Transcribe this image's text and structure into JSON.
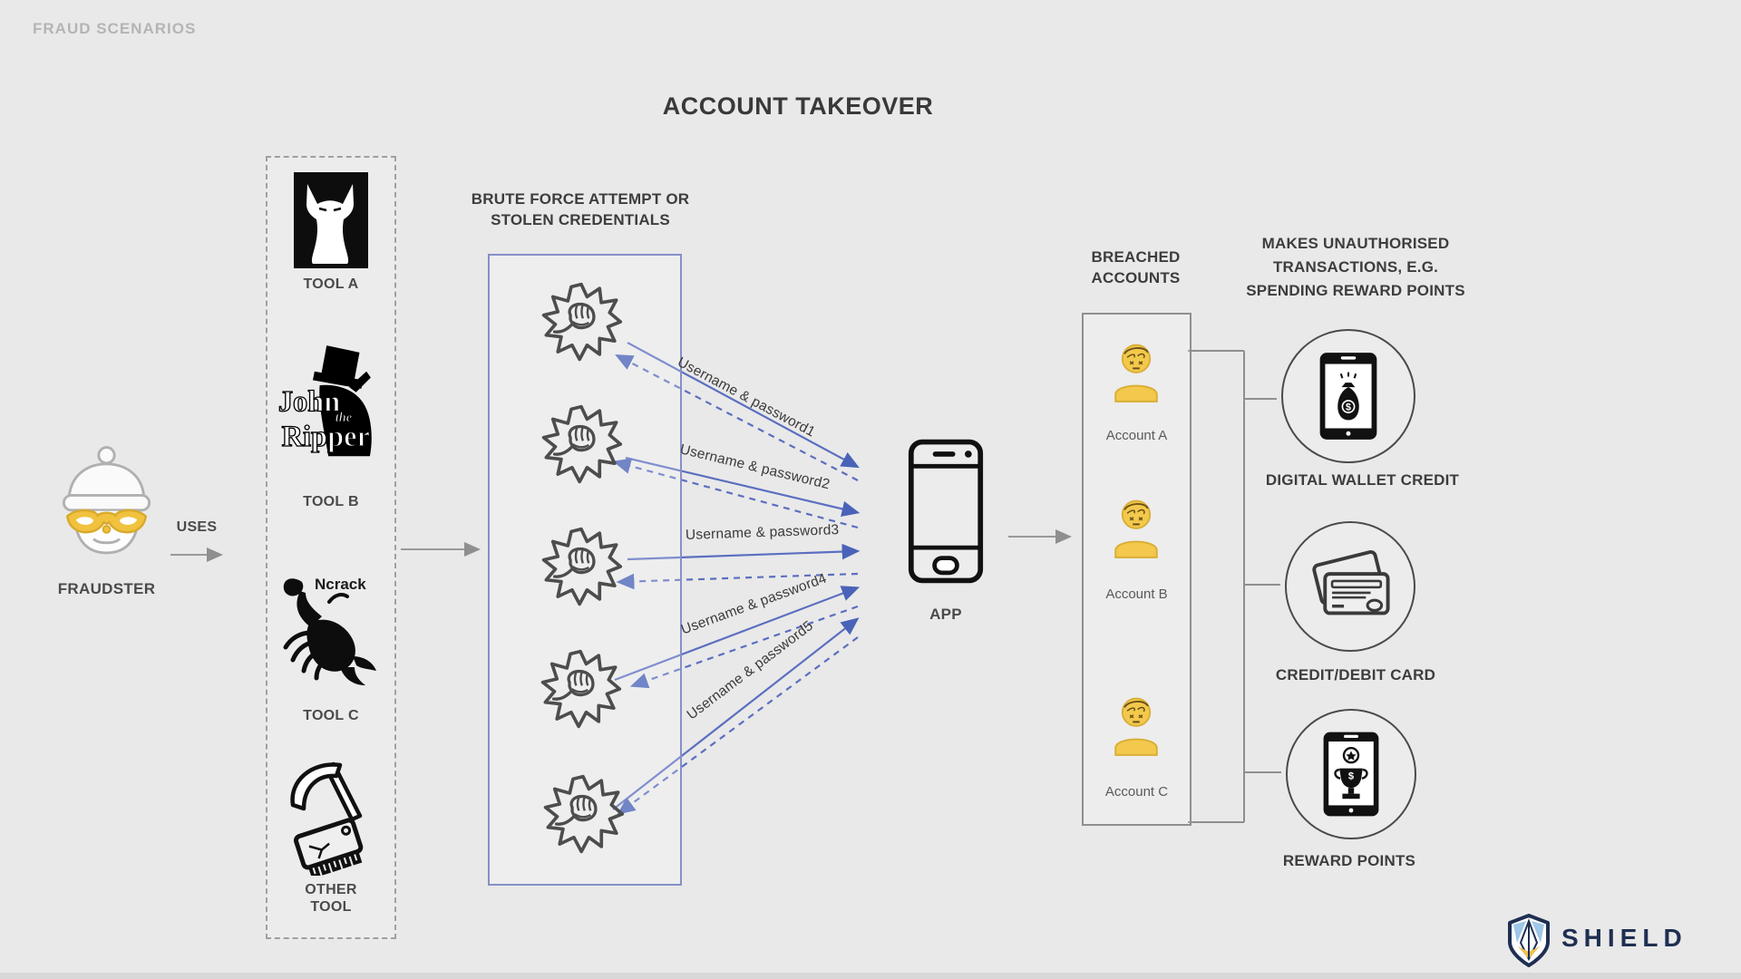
{
  "page": {
    "eyebrow": "FRAUD SCENARIOS",
    "title": "ACCOUNT TAKEOVER"
  },
  "fraudster": {
    "label": "FRAUDSTER",
    "uses_label": "USES"
  },
  "tools": {
    "items": [
      {
        "name": "TOOL A",
        "icon": "cat-silhouette"
      },
      {
        "name": "TOOL B",
        "icon": "john-the-ripper",
        "logo_text": [
          "John",
          "the",
          "Ripper"
        ]
      },
      {
        "name": "TOOL C",
        "icon": "ncrack-scorpion",
        "logo_text": "Ncrack"
      },
      {
        "name": "OTHER TOOL",
        "icon": "pickaxe-chip"
      }
    ]
  },
  "attack": {
    "heading": [
      "BRUTE FORCE ATTEMPT OR",
      "STOLEN CREDENTIALS"
    ],
    "attempts": [
      "Username & password1",
      "Username & password2",
      "Username & password3",
      "Username & password4",
      "Username & password5"
    ]
  },
  "app": {
    "label": "APP"
  },
  "breached": {
    "heading": [
      "BREACHED",
      "ACCOUNTS"
    ],
    "accounts": [
      "Account A",
      "Account B",
      "Account C"
    ]
  },
  "outcomes": {
    "heading": [
      "MAKES UNAUTHORISED",
      "TRANSACTIONS, E.G.",
      "SPENDING REWARD POINTS"
    ],
    "items": [
      {
        "label": "DIGITAL WALLET CREDIT",
        "icon": "wallet-phone"
      },
      {
        "label": "CREDIT/DEBIT CARD",
        "icon": "credit-cards"
      },
      {
        "label": "REWARD POINTS",
        "icon": "trophy-phone"
      }
    ],
    "currency_symbol": "$"
  },
  "brand": {
    "name": "SHIELD"
  },
  "colors": {
    "background": "#E9E9E9",
    "arrow_blue": "#4A63B8",
    "box_blue": "#8590C7",
    "avatar_yellow": "#F2C94C",
    "mask_yellow": "#F0C23E",
    "line_gray": "#8F8F8F",
    "brand_navy": "#1E2F52",
    "ink": "#3D3D3D"
  }
}
